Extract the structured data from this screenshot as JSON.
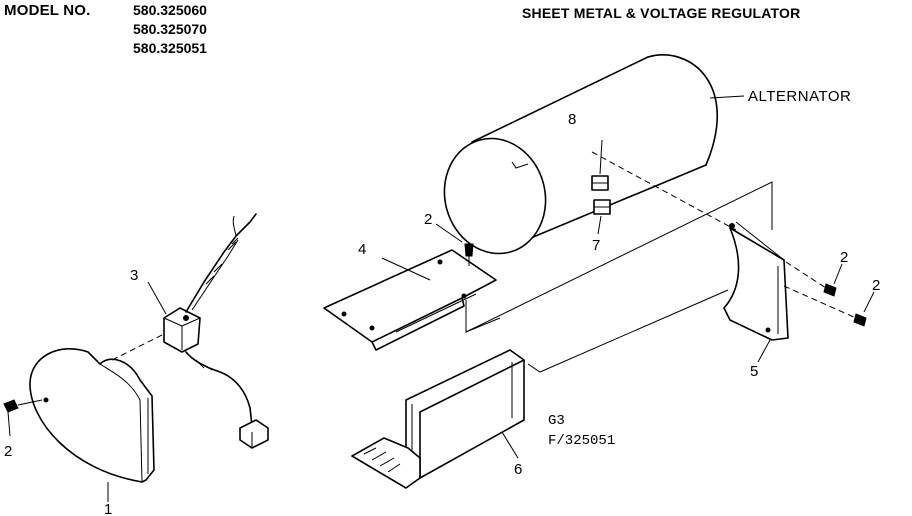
{
  "header": {
    "model_label": "MODEL NO.",
    "model_numbers": [
      "580.325060",
      "580.325070",
      "580.325051"
    ],
    "title": "SHEET METAL & VOLTAGE REGULATOR"
  },
  "labels": {
    "alternator": "ALTERNATOR",
    "figure_code": "G3",
    "figure_ref": "F/325051"
  },
  "callouts": [
    "1",
    "2",
    "2",
    "2",
    "2",
    "3",
    "4",
    "5",
    "6",
    "7",
    "8"
  ]
}
